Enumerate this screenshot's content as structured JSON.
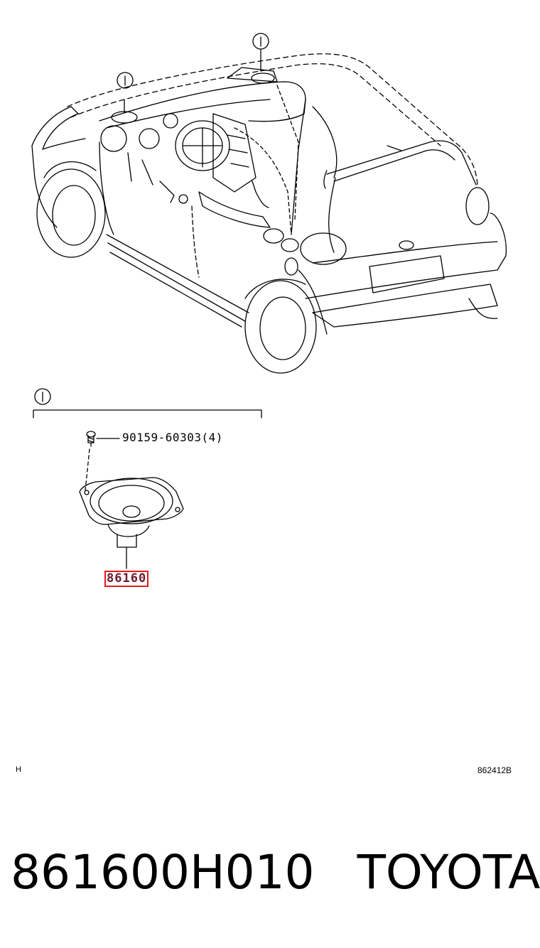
{
  "diagram": {
    "ref_marker": "I",
    "bolt_part_label": "90159-60303(4)",
    "main_part_label": "86160",
    "corner_code_left": "H",
    "corner_code_right": "862412B"
  },
  "footer": {
    "part_number": "861600H010",
    "brand": "TOYOTA"
  },
  "colors": {
    "line": "#000000",
    "highlight_box": "#e21b1b",
    "highlight_text": "#6b1a2a"
  }
}
